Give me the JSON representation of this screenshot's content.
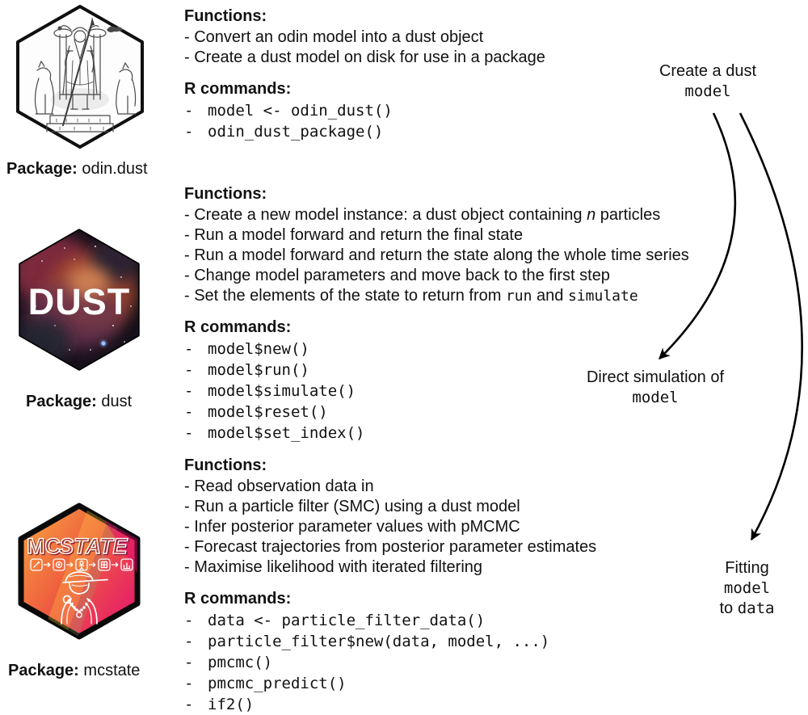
{
  "ui": {
    "dash": "-"
  },
  "sections": [
    {
      "package_label": "Package:",
      "package_name": "odin.dust",
      "functions_title": "Functions:",
      "functions": [
        {
          "t1": "- Convert an odin model into a dust object"
        },
        {
          "t1": "- Create a dust model on disk for use in a package"
        }
      ],
      "commands_title": "R commands:",
      "commands": [
        "model <- odin_dust()",
        "odin_dust_package()"
      ],
      "logo": {
        "name": "odin-engraving-hexagon"
      }
    },
    {
      "package_label": "Package:",
      "package_name": "dust",
      "functions_title": "Functions:",
      "functions": [
        {
          "t1": "- Create a new model instance: a dust object containing ",
          "em": "n",
          "t2": " particles"
        },
        {
          "t1": "- Run a model forward and return the final state"
        },
        {
          "t1": "- Run a model forward and return the state along the whole time series"
        },
        {
          "t1": "- Change model parameters and move back to the first step"
        },
        {
          "t1": "- Set the elements of the state to return from ",
          "code1": "run",
          "t2": " and ",
          "code2": "simulate"
        }
      ],
      "commands_title": "R commands:",
      "commands": [
        "model$new()",
        "model$run()",
        "model$simulate()",
        "model$reset()",
        "model$set_index()"
      ],
      "logo": {
        "name": "dust-nebula-hexagon",
        "text": "DUST"
      }
    },
    {
      "package_label": "Package:",
      "package_name": "mcstate",
      "functions_title": "Functions:",
      "functions": [
        {
          "t1": "- Read observation data in"
        },
        {
          "t1": "- Run a particle filter (SMC) using a dust model"
        },
        {
          "t1": "- Infer posterior parameter values with pMCMC"
        },
        {
          "t1": "- Forecast trajectories from posterior parameter estimates"
        },
        {
          "t1": "- Maximise likelihood with iterated filtering"
        }
      ],
      "commands_title": "R commands:",
      "commands": [
        "data <- particle_filter_data()",
        "particle_filter$new(data, model, ...)",
        "pmcmc()",
        "pmcmc_predict()",
        "if2()"
      ],
      "logo": {
        "name": "mcstate-rapper-hexagon",
        "text_mc": "MC",
        "text_state": "STATE"
      }
    }
  ],
  "annotations": {
    "create_dust": {
      "line1": "Create a dust",
      "code": "model"
    },
    "direct_sim": {
      "line1": "Direct simulation of",
      "code": "model"
    },
    "fitting": {
      "line1": "Fitting",
      "code1": "model",
      "t2": "to ",
      "code2": "data"
    }
  },
  "colors": {
    "arrow": "#000000",
    "hex_border": "#0f0f0f",
    "dust_bg": "#17111b",
    "mcstate_orange": "#f6a13f",
    "mcstate_pink": "#e4146f",
    "text": "#111111"
  }
}
